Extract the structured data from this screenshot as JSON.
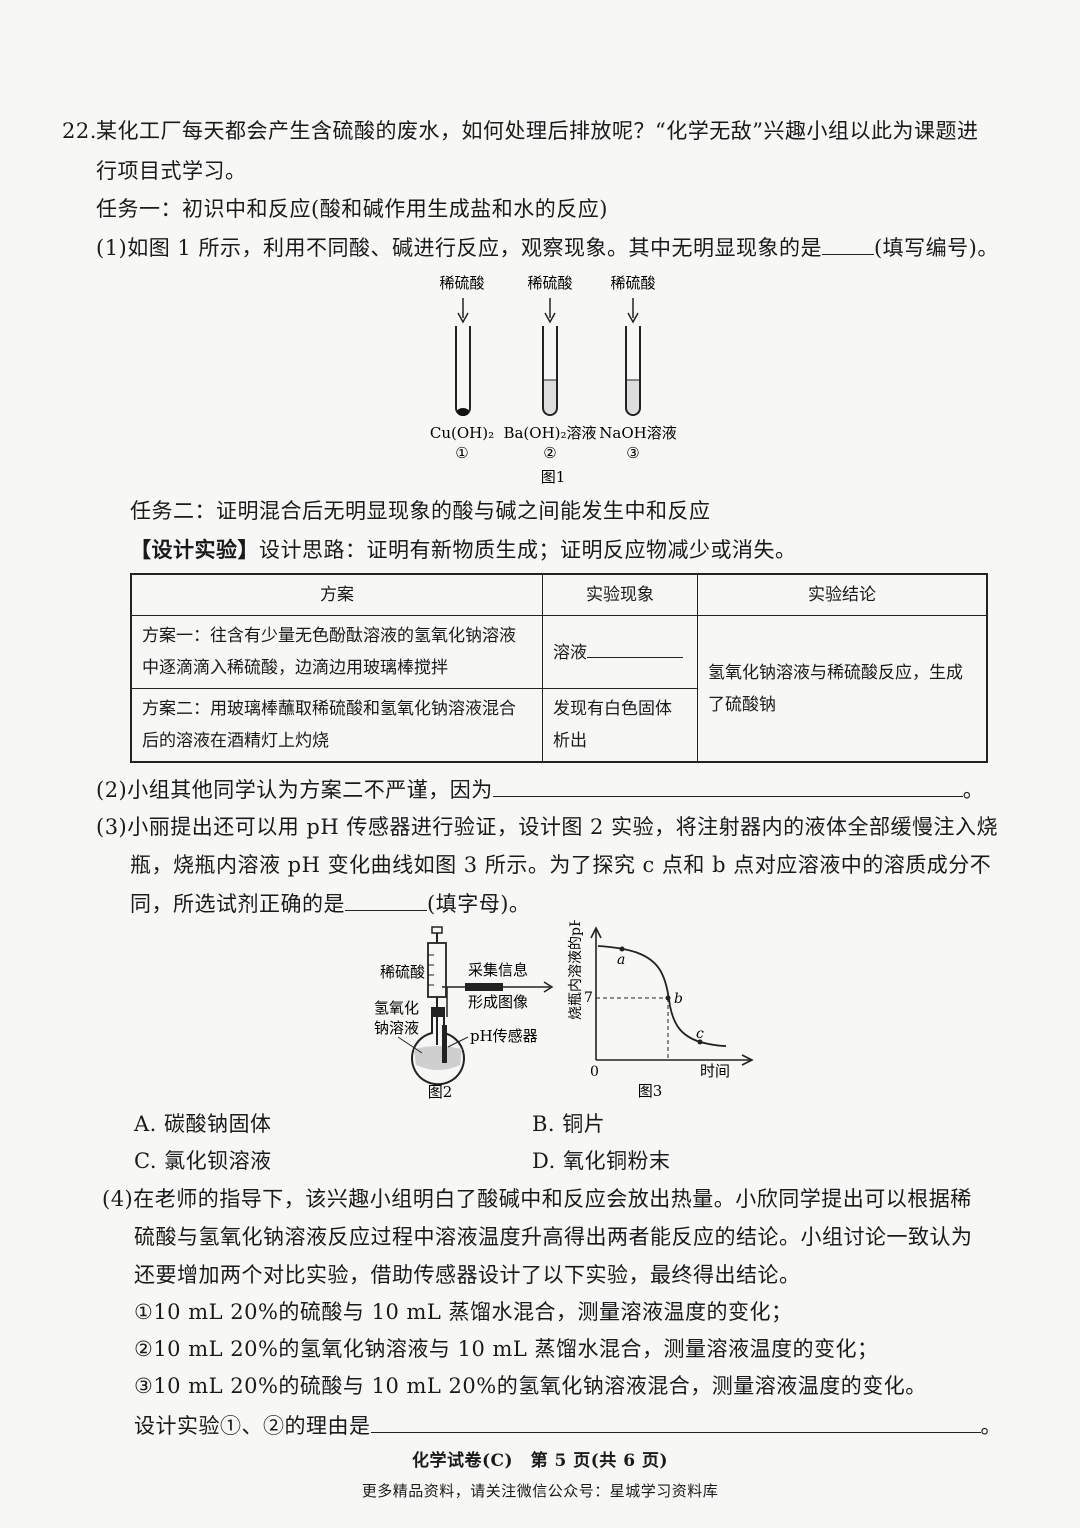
{
  "question": {
    "number": "22.",
    "intro_line1": "某化工厂每天都会产生含硫酸的废水，如何处理后排放呢？“化学无敌”兴趣小组以此为课题进",
    "intro_line2": "行项目式学习。",
    "task1": "任务一：初识中和反应(酸和碱作用生成盐和水的反应)",
    "q1_text": "(1)如图 1 所示，利用不同酸、碱进行反应，观察现象。其中无明显现象的是",
    "q1_suffix": "(填写编号)。"
  },
  "figure1": {
    "caption": "图1",
    "tubes": [
      {
        "acid": "稀硫酸",
        "base": "Cu(OH)₂",
        "num": "①"
      },
      {
        "acid": "稀硫酸",
        "base": "Ba(OH)₂溶液",
        "num": "②"
      },
      {
        "acid": "稀硫酸",
        "base": "NaOH溶液",
        "num": "③"
      }
    ]
  },
  "task2": {
    "title": "任务二：证明混合后无明显现象的酸与碱之间能发生中和反应",
    "design_tag": "【设计实验】",
    "design_text": "设计思路：证明有新物质生成；证明反应物减少或消失。"
  },
  "table": {
    "headers": [
      "方案",
      "实验现象",
      "实验结论"
    ],
    "row1_plan_l1": "方案一：往含有少量无色酚酞溶液的氢氧化钠溶液",
    "row1_plan_l2": "中逐滴滴入稀硫酸，边滴边用玻璃棒搅拌",
    "row1_phen": "溶液",
    "row2_plan_l1": "方案二：用玻璃棒蘸取稀硫酸和氢氧化钠溶液混合",
    "row2_plan_l2": "后的溶液在酒精灯上灼烧",
    "row2_phen_l1": "发现有白色固体",
    "row2_phen_l2": "析出",
    "conclusion_l1": "氢氧化钠溶液与稀硫酸反应，生成",
    "conclusion_l2": "了硫酸钠"
  },
  "q2": {
    "text": "(2)小组其他同学认为方案二不严谨，因为",
    "end": "。"
  },
  "q3": {
    "line1": "(3)小丽提出还可以用 pH 传感器进行验证，设计图 2 实验，将注射器内的液体全部缓慢注入烧",
    "line2": "瓶，烧瓶内溶液 pH 变化曲线如图 3 所示。为了探究 c 点和 b 点对应溶液中的溶质成分不",
    "line3_a": "同，所选试剂正确的是",
    "line3_b": "(填字母)。"
  },
  "figure2": {
    "caption": "图2",
    "label_acid": "稀硫酸",
    "label_collect": "采集信息",
    "label_image": "形成图像",
    "label_naoh_1": "氢氧化",
    "label_naoh_2": "钠溶液",
    "label_sensor": "pH传感器"
  },
  "figure3": {
    "caption": "图3",
    "ylabel": "烧瓶内溶液的pH",
    "xlabel": "时间",
    "origin": "0",
    "y7": "7",
    "point_a": "a",
    "point_b": "b",
    "point_c": "c"
  },
  "options": {
    "A": "A. 碳酸钠固体",
    "B": "B. 铜片",
    "C": "C. 氯化钡溶液",
    "D": "D. 氧化铜粉末"
  },
  "q4": {
    "line1": "(4)在老师的指导下，该兴趣小组明白了酸碱中和反应会放出热量。小欣同学提出可以根据稀",
    "line2": "硫酸与氢氧化钠溶液反应过程中溶液温度升高得出两者能反应的结论。小组讨论一致认为",
    "line3": "还要增加两个对比实验，借助传感器设计了以下实验，最终得出结论。",
    "exp1": "①10 mL 20%的硫酸与 10 mL 蒸馏水混合，测量溶液温度的变化；",
    "exp2": "②10 mL 20%的氢氧化钠溶液与 10 mL 蒸馏水混合，测量溶液温度的变化；",
    "exp3": "③10 mL 20%的硫酸与 10 mL 20%的氢氧化钠溶液混合，测量溶液温度的变化。",
    "reason": "设计实验①、②的理由是",
    "end": "。"
  },
  "footer": {
    "page_info": "化学试卷(C)　第 5 页(共 6 页)",
    "note": "更多精品资料，请关注微信公众号：星城学习资料库"
  }
}
